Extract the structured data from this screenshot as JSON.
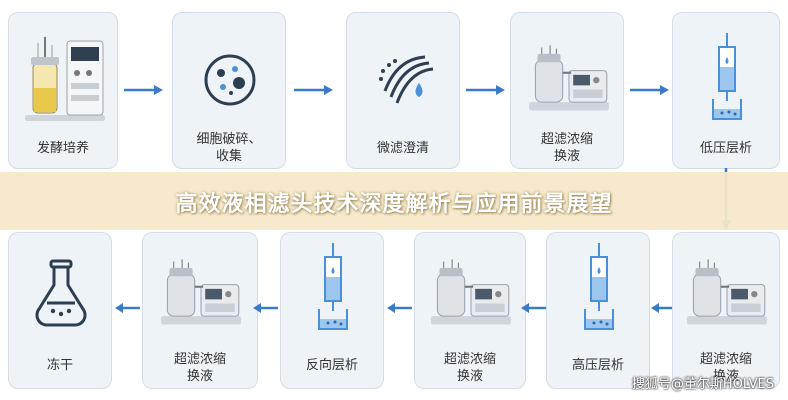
{
  "banner": {
    "title": "高效液相滤头技术深度解析与应用前景展望"
  },
  "top_row": [
    {
      "label": "发酵培养",
      "icon": "bioreactor-icon"
    },
    {
      "label": "细胞破碎、\n收集",
      "icon": "cell-disruption-icon"
    },
    {
      "label": "微滤澄清",
      "icon": "microfiltration-icon"
    },
    {
      "label": "超滤浓缩\n换液",
      "icon": "ultrafiltration-machine-icon"
    },
    {
      "label": "低压层析",
      "icon": "chromatography-column-icon"
    }
  ],
  "bottom_row": [
    {
      "label": "冻干",
      "icon": "freeze-dry-flask-icon"
    },
    {
      "label": "超滤浓缩\n换液",
      "icon": "ultrafiltration-machine-icon"
    },
    {
      "label": "反向层析",
      "icon": "chromatography-column-icon"
    },
    {
      "label": "超滤浓缩\n换液",
      "icon": "ultrafiltration-machine-icon"
    },
    {
      "label": "高压层析",
      "icon": "chromatography-column-icon"
    },
    {
      "label": "超滤浓缩\n换液",
      "icon": "ultrafiltration-machine-icon"
    }
  ],
  "watermark": "搜狐号@董尔斯HOLVES",
  "colors": {
    "arrow": "#3a7bc8",
    "card_bg": "#eef3f8",
    "accent_blue": "#4a90d9"
  }
}
